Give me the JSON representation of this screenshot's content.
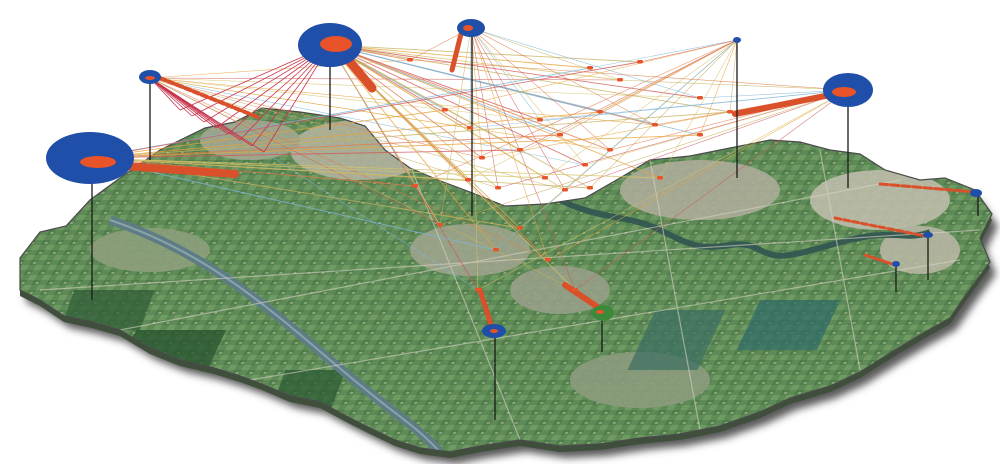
{
  "colors": {
    "background": "#ffffff",
    "terrain_base": "#5f8a5a",
    "terrain_dark": "#2f5a35",
    "terrain_light": "#a9b39a",
    "urban": "#c9c3b4",
    "river": "#5c7b86",
    "hub_disc": "#1f4fa8",
    "trail": "#e8532a",
    "stem": "#1a1a1a",
    "shadow": "#6b6b6b",
    "link_colors": [
      "#e8a23a",
      "#d8c36a",
      "#c9b25f",
      "#e07a4a",
      "#7fb6d8",
      "#d05a5a"
    ]
  },
  "layers": {
    "basemap": "satellite-imagery",
    "view": "oblique-3d-extrusion",
    "symbols": [
      "hub-disc",
      "point-trail",
      "vertical-stem",
      "connection-line"
    ]
  }
}
